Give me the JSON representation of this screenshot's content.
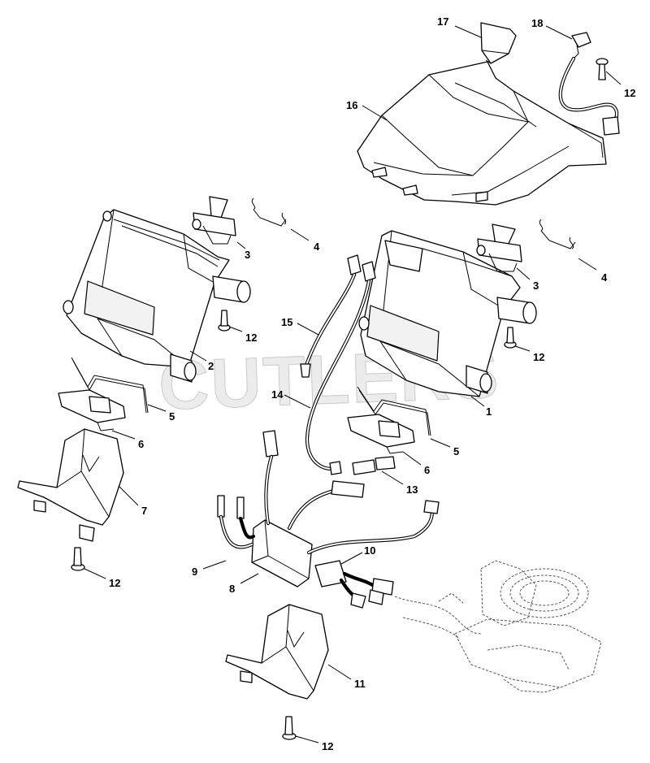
{
  "watermark": "CUTLERS",
  "callouts": [
    {
      "id": "c17",
      "label": "17"
    },
    {
      "id": "c18",
      "label": "18"
    },
    {
      "id": "c12a",
      "label": "12"
    },
    {
      "id": "c16",
      "label": "16"
    },
    {
      "id": "c3a",
      "label": "3"
    },
    {
      "id": "c4a",
      "label": "4"
    },
    {
      "id": "c4b",
      "label": "4"
    },
    {
      "id": "c3b",
      "label": "3"
    },
    {
      "id": "c12b",
      "label": "12"
    },
    {
      "id": "c15",
      "label": "15"
    },
    {
      "id": "c12c",
      "label": "12"
    },
    {
      "id": "c2",
      "label": "2"
    },
    {
      "id": "c1",
      "label": "1"
    },
    {
      "id": "c14",
      "label": "14"
    },
    {
      "id": "c5a",
      "label": "5"
    },
    {
      "id": "c5b",
      "label": "5"
    },
    {
      "id": "c6a",
      "label": "6"
    },
    {
      "id": "c6b",
      "label": "6"
    },
    {
      "id": "c13",
      "label": "13"
    },
    {
      "id": "c7",
      "label": "7"
    },
    {
      "id": "c10",
      "label": "10"
    },
    {
      "id": "c9",
      "label": "9"
    },
    {
      "id": "c8",
      "label": "8"
    },
    {
      "id": "c12d",
      "label": "12"
    },
    {
      "id": "c11",
      "label": "11"
    },
    {
      "id": "c12e",
      "label": "12"
    }
  ]
}
